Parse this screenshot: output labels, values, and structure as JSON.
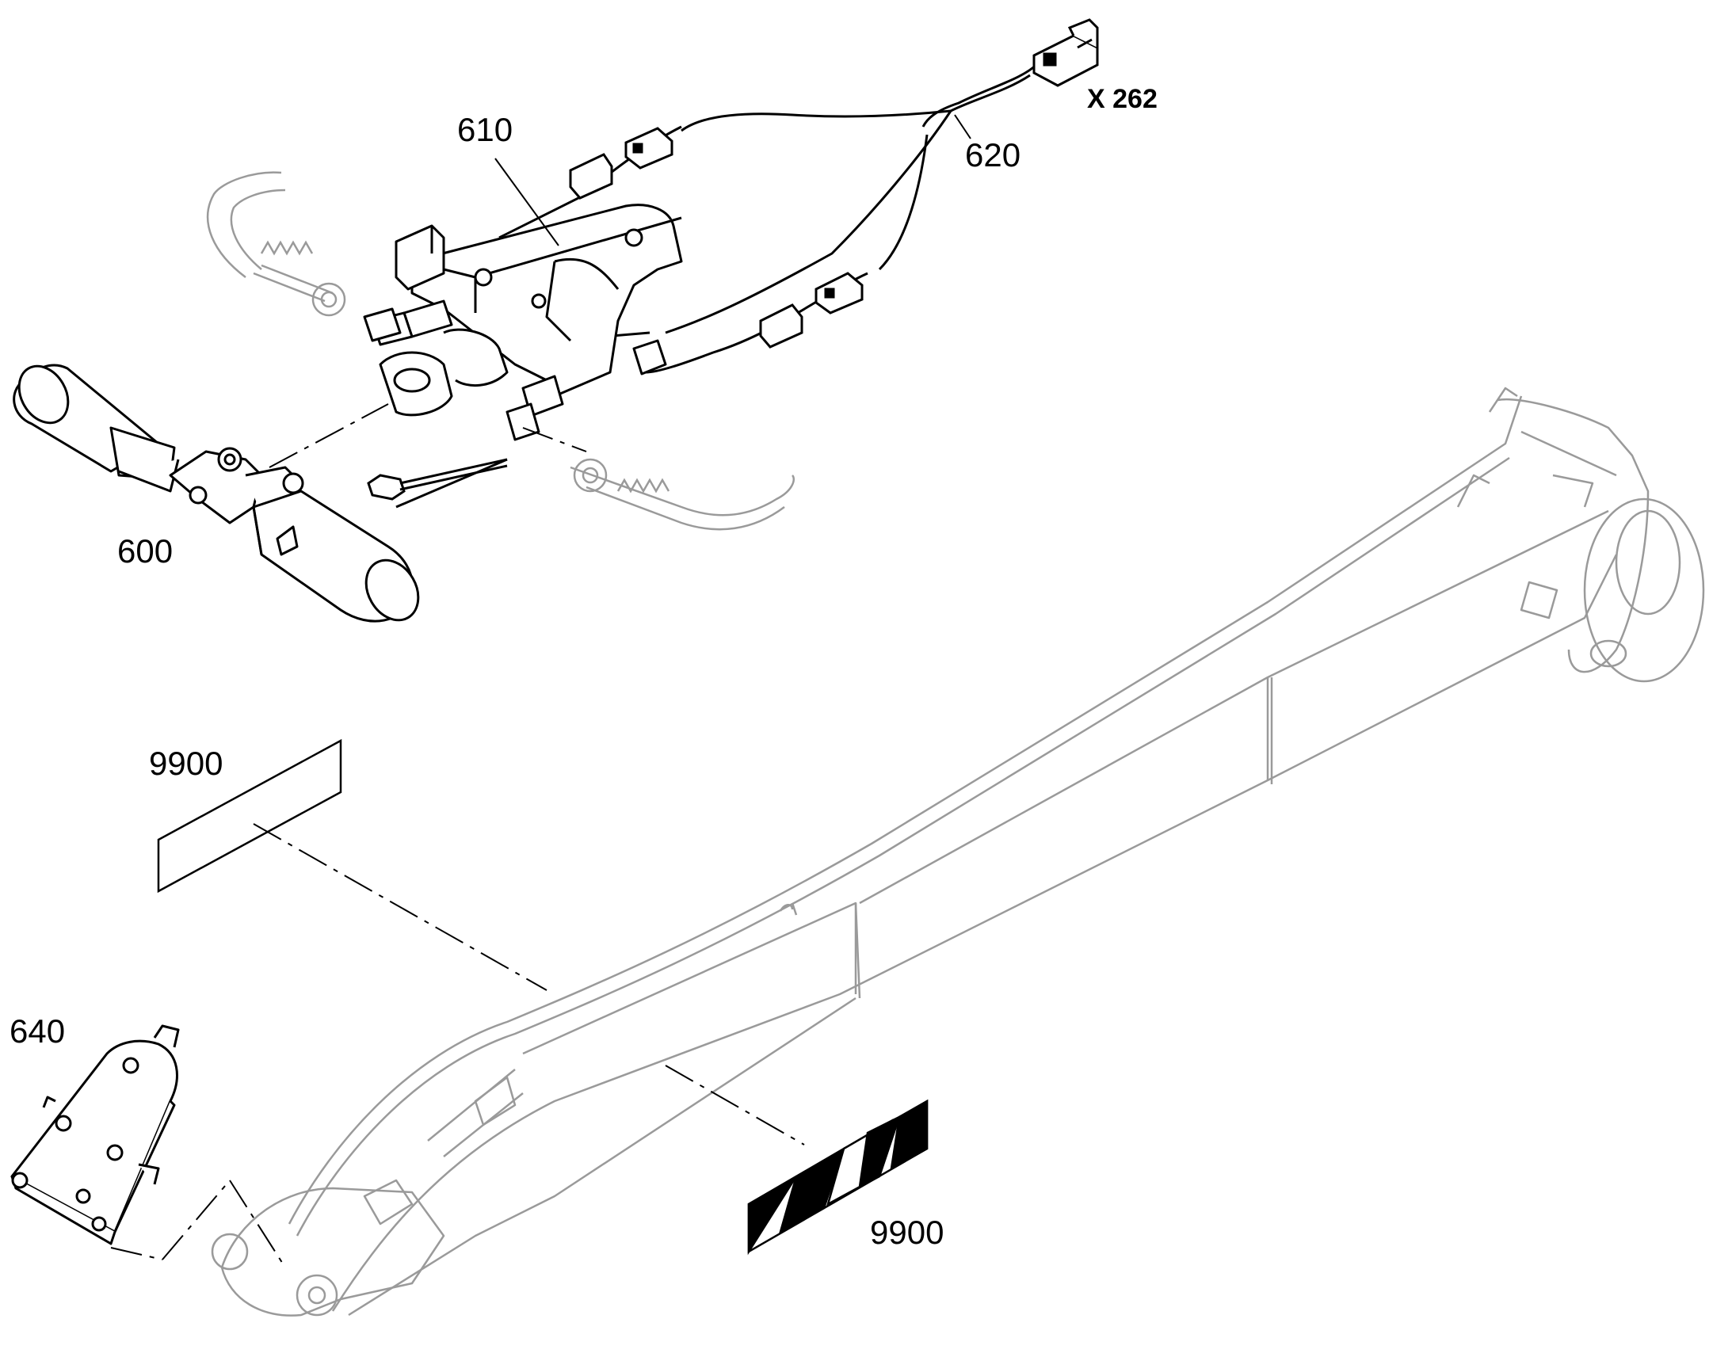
{
  "diagram": {
    "callouts": {
      "p600": "600",
      "p610": "610",
      "p620": "620",
      "p640": "640",
      "p9900_top": "9900",
      "p9900_bottom": "9900",
      "connector": "X 262"
    },
    "colors": {
      "line": "#000000",
      "ghost": "#9a9a9a",
      "background": "#ffffff"
    }
  }
}
